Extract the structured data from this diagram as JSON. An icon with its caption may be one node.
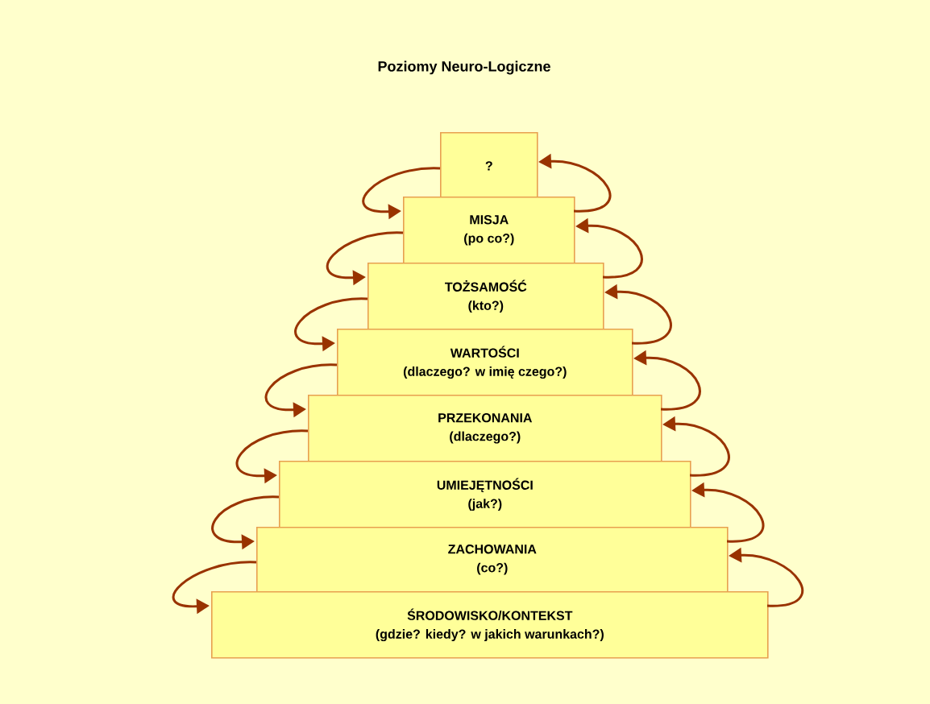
{
  "diagram": {
    "title": "Poziomy Neuro-Logiczne",
    "nodes": [
      {
        "text": [
          "?"
        ]
      },
      {
        "text": [
          "MISJA",
          "(po co?)"
        ]
      },
      {
        "text": [
          "TOŻSAMOŚĆ",
          "(kto?)"
        ]
      },
      {
        "text": [
          "WARTOŚCI",
          "(dlaczego? w imię czego?)"
        ]
      },
      {
        "text": [
          "PRZEKONANIA",
          "(dlaczego?)"
        ]
      },
      {
        "text": [
          "UMIEJĘTNOŚCI",
          "(jak?)"
        ]
      },
      {
        "text": [
          "ZACHOWANIA",
          "(co?)"
        ]
      },
      {
        "text": [
          "ŚRODOWISKO/KONTEKST",
          "(gdzie? kiedy? w jakich warunkach?)"
        ]
      }
    ],
    "edges": [
      {
        "from": 0,
        "to": 1,
        "arrow": "to"
      },
      {
        "from": 1,
        "to": 2,
        "arrow": "to"
      },
      {
        "from": 2,
        "to": 3,
        "arrow": "to"
      },
      {
        "from": 3,
        "to": 4,
        "arrow": "to"
      },
      {
        "from": 4,
        "to": 5,
        "arrow": "to"
      },
      {
        "from": 5,
        "to": 6,
        "arrow": "to"
      },
      {
        "from": 6,
        "to": 7,
        "arrow": "to"
      },
      {
        "from": 1,
        "to": 0,
        "arrow": "to"
      },
      {
        "from": 2,
        "to": 1,
        "arrow": "to"
      },
      {
        "from": 3,
        "to": 2,
        "arrow": "to"
      },
      {
        "from": 4,
        "to": 3,
        "arrow": "to"
      },
      {
        "from": 5,
        "to": 4,
        "arrow": "to"
      },
      {
        "from": 6,
        "to": 5,
        "arrow": "to"
      },
      {
        "from": 7,
        "to": 6,
        "arrow": "to"
      }
    ]
  }
}
